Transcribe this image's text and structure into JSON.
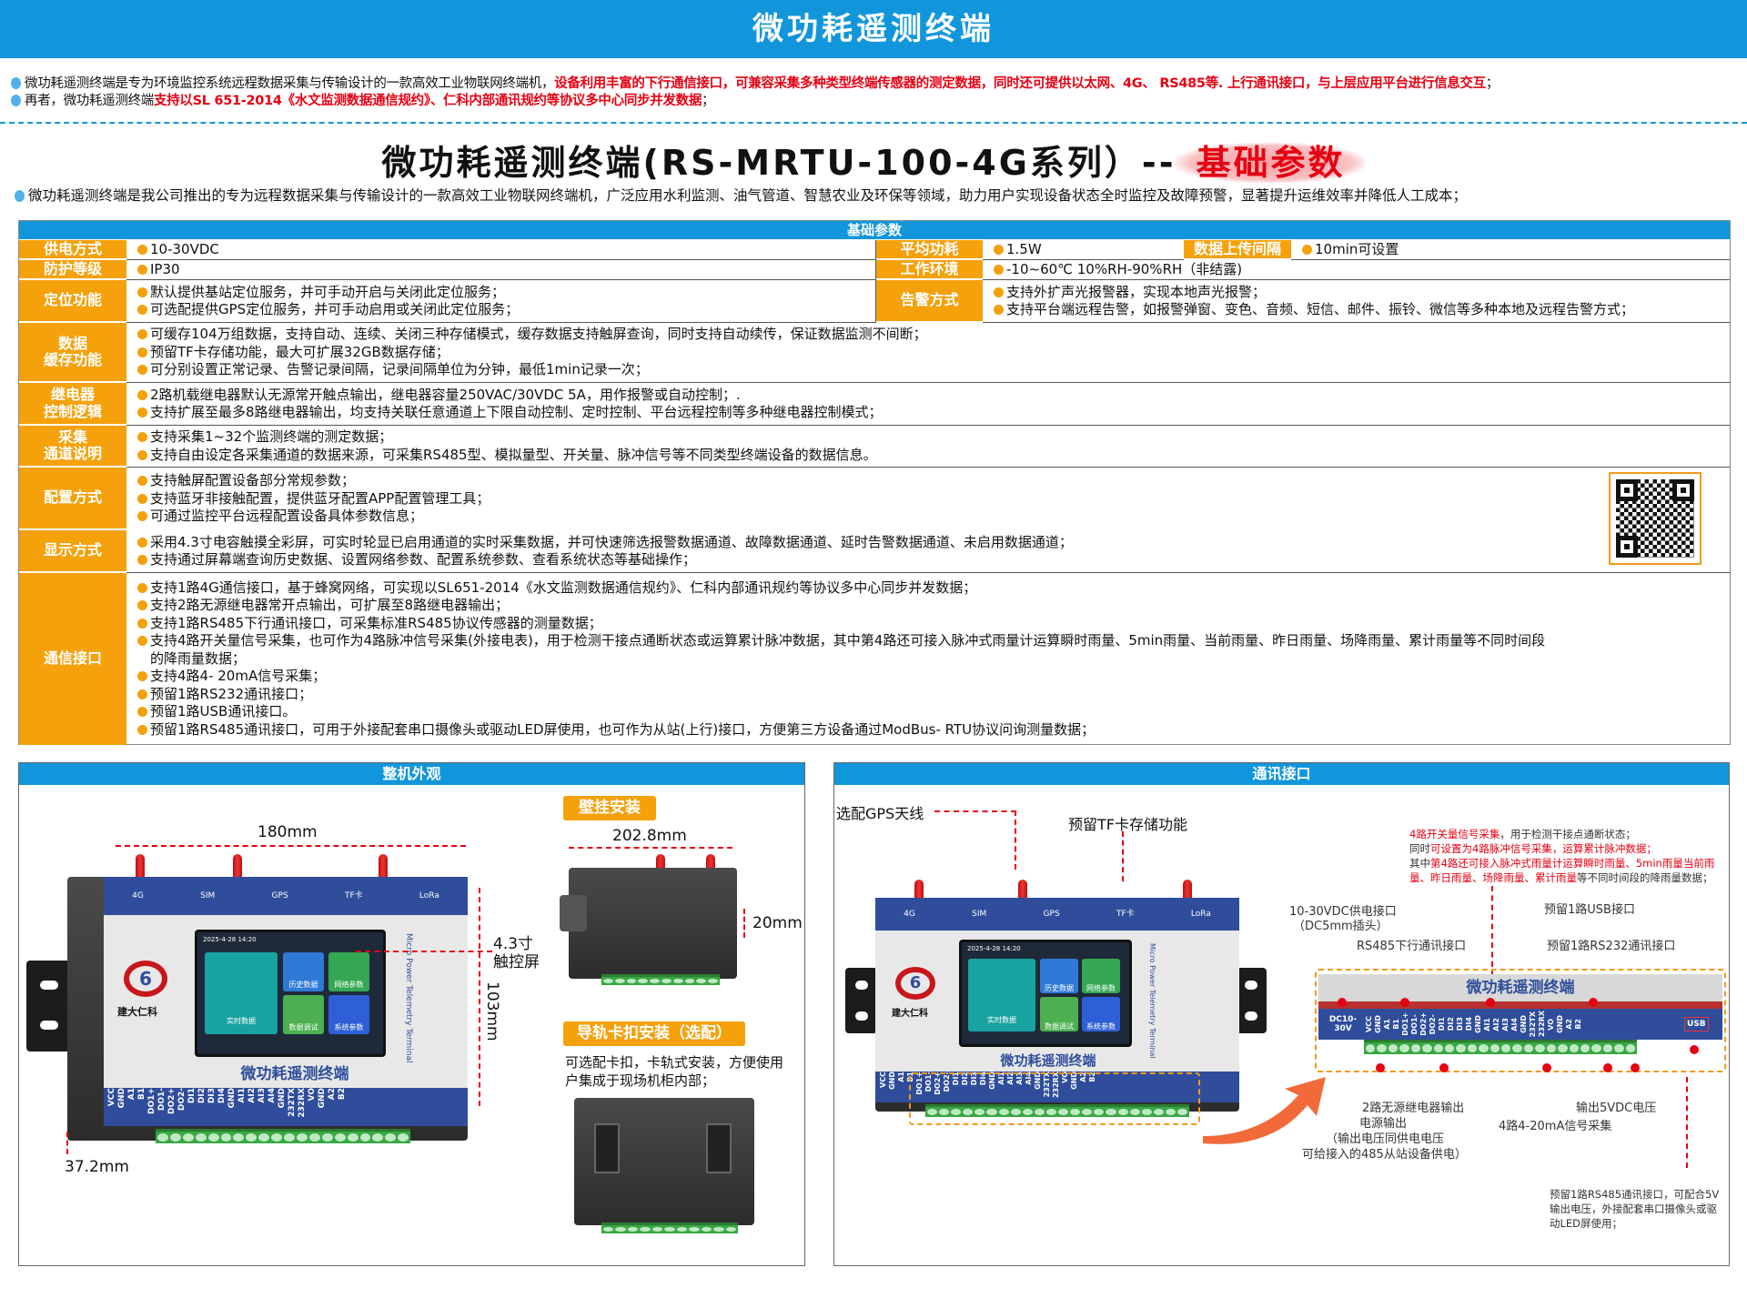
{
  "header": {
    "title": "微功耗遥测终端"
  },
  "intro": {
    "line1": [
      {
        "t": "微功耗遥测终端是专为环境监控系统远程数据采集与传输设计的一款高效工业物联网终端机，",
        "red": false
      },
      {
        "t": "设备利用丰富的下行通信接口，可兼容采集多种类型终端传感器的测定数据，同时还可提供以太网、4G、 RS485等. 上行通讯接口，与上层应用平台进行信息交互",
        "red": true
      },
      {
        "t": "；",
        "red": false
      }
    ],
    "line2": [
      {
        "t": "再者，微功耗遥测终端",
        "red": false
      },
      {
        "t": "支持以SL 651-2014《水文监测数据通信规约》、仁科内部通讯规约等协议多中心同步并发数据",
        "red": true
      },
      {
        "t": "；",
        "red": false
      }
    ]
  },
  "section_title": {
    "main": "微功耗遥测终端(RS-MRTU-100-4G系列）--",
    "highlight": "基础参数"
  },
  "description": "微功耗遥测终端是我公司推出的专为远程数据采集与传输设计的一款高效工业物联网终端机，广泛应用水利监测、油气管道、智慧农业及环保等领域，助力用户实现设备状态全时监控及故障预警，显著提升运维效率并降低人工成本；",
  "table": {
    "header": "基础参数",
    "power_label": "供电方式",
    "power": "10-30VDC",
    "avg_power_label": "平均功耗",
    "avg_power": "1.5W",
    "upload_label": "数据上传间隔",
    "upload": "10min可设置",
    "protection_label": "防护等级",
    "protection": "IP30",
    "env_label": "工作环境",
    "env": "-10~60℃ 10%RH-90%RH（非结露)",
    "location_label": "定位功能",
    "location": [
      "默认提供基站定位服务，并可手动开启与关闭此定位服务；",
      "可选配提供GPS定位服务，并可手动启用或关闭此定位服务；"
    ],
    "alarm_label": "告警方式",
    "alarm": [
      "支持外扩声光报警器，实现本地声光报警；",
      "支持平台端远程告警，如报警弹窗、变色、音频、短信、邮件、振铃、微信等多种本地及远程告警方式；"
    ],
    "storage_label1": "数据",
    "storage_label2": "缓存功能",
    "storage": [
      "可缓存104万组数据，支持自动、连续、关闭三种存储模式，缓存数据支持触屏查询，同时支持自动续传，保证数据监测不间断；",
      "预留TF卡存储功能，最大可扩展32GB数据存储；",
      "可分别设置正常记录、告警记录间隔，记录间隔单位为分钟，最低1min记录一次；"
    ],
    "relay_label1": "继电器",
    "relay_label2": "控制逻辑",
    "relay": [
      "2路机载继电器默认无源常开触点输出，继电器容量250VAC/30VDC 5A，用作报警或自动控制；.",
      "支持扩展至最多8路继电器输出，均支持关联任意通道上下限自动控制、定时控制、平台远程控制等多种继电器控制模式；"
    ],
    "collect_label1": "采集",
    "collect_label2": "通道说明",
    "collect": [
      "支持采集1~32个监测终端的测定数据；",
      "支持自由设定各采集通道的数据来源，可采集RS485型、模拟量型、开关量、脉冲信号等不同类型终端设备的数据信息。"
    ],
    "config_label": "配置方式",
    "config": [
      "支持触屏配置设备部分常规参数；",
      "支持蓝牙非接触配置，提供蓝牙配置APP配置管理工具；",
      "可通过监控平台远程配置设备具体参数信息；"
    ],
    "display_label": "显示方式",
    "display": [
      "采用4.3寸电容触摸全彩屏，可实时轮显已启用通道的实时采集数据，并可快速筛选报警数据通道、故障数据通道、延时告警数据通道、未启用数据通道；",
      "支持通过屏幕端查询历史数据、设置网络参数、配置系统参数、查看系统状态等基础操作；"
    ],
    "comm_label": "通信接口",
    "comm": [
      "支持1路4G通信接口，基于蜂窝网络，可实现以SL651-2014《水文监测数据通信规约》、仁科内部通讯规约等协议多中心同步并发数据；",
      "支持2路无源继电器常开点输出，可扩展至8路继电器输出；",
      "支持1路RS485下行通讯接口，可采集标准RS485协议传感器的测量数据；",
      "支持4路开关量信号采集，也可作为4路脉冲信号采集(外接电表)，用于检测干接点通断状态或运算累计脉冲数据，其中第4路还可接入脉冲式雨量计运算瞬时雨量、5min雨量、当前雨量、昨日雨量、场降雨量、累计雨量等不同时间段",
      "的降雨量数据；",
      "支持4路4- 20mA信号采集；",
      "预留1路RS232通讯接口；",
      "预留1路USB通讯接口。",
      "预留1路RS485通讯接口，可用于外接配套串口摄像头或驱动LED屏使用，也可作为从站(上行)接口，方便第三方设备通过ModBus- RTU协议问询测量数据；"
    ]
  },
  "device": {
    "brand": "建大仁科",
    "name": "微功耗遥测终端",
    "subtitle": "Micro Power Telemetry Terminal",
    "datetime": "2025-4-28  14:20",
    "tiles": [
      "实时数据",
      "历史数据",
      "网络参数",
      "数据调试",
      "系统参数"
    ],
    "top_icons": [
      "4G",
      "SIM",
      "GPS",
      "TF卡",
      "LoRa"
    ],
    "dc_label": "DC10-30V",
    "pins": [
      "VCC",
      "GND",
      "A1",
      "B1",
      "DO1+",
      "DO1-",
      "DO2+",
      "DO2-",
      "DI1",
      "DI2",
      "DI3",
      "DI4",
      "GND",
      "AI1",
      "AI2",
      "AI3",
      "AI4",
      "GND",
      "232TX",
      "232RX",
      "VO",
      "GND",
      "A2",
      "B2"
    ],
    "usb": "USB"
  },
  "appearance": {
    "title": "整机外观",
    "width": "180mm",
    "height": "103mm",
    "depth": "37.2mm",
    "screen1": "4.3寸",
    "screen2": "触控屏",
    "wall_badge": "壁挂安装",
    "wall_width": "202.8mm",
    "wall_depth": "20mm",
    "din_badge": "导轨卡扣安装（选配）",
    "din_text1": "可选配卡扣，卡轨式安装，方便使用",
    "din_text2": "户集成于现场机柜内部；"
  },
  "interfaces": {
    "title": "通讯接口",
    "gps": "选配GPS天线",
    "tf": "预留TF卡存储功能",
    "di_note": [
      [
        {
          "t": "4路开关量信号采集",
          "red": true
        },
        {
          "t": "，用于检测干接点通断状态；",
          "red": false
        }
      ],
      [
        {
          "t": "同时",
          "red": false
        },
        {
          "t": "可设置为4路脉冲信号采集，运算累计脉冲数据；",
          "red": true
        }
      ],
      [
        {
          "t": "其中",
          "red": false
        },
        {
          "t": "第4路还可接入脉冲式雨量计运算瞬时雨量、5min雨量当前雨",
          "red": true
        }
      ],
      [
        {
          "t": "量、昨日雨量、场降雨量、累计雨量",
          "red": true
        },
        {
          "t": "等不同时间段的降雨量数据；",
          "red": false
        }
      ]
    ],
    "power_in1": "10-30VDC供电接口",
    "power_in2": "（DC5mm插头）",
    "rs485_down": "RS485下行通讯接口",
    "usb": "预留1路USB接口",
    "rs232": "预留1路RS232通讯接口",
    "relay_out": "2路无源继电器输出",
    "power_out1": "电源输出",
    "power_out2": "（输出电压同供电电压",
    "power_out3": "可给接入的485从站设备供电）",
    "ai": "4路4-20mA信号采集",
    "vo": "输出5VDC电压",
    "rs485_up": [
      "预留1路RS485通讯接口，可配合5V",
      "输出电压，外接配套串口摄像头或驱",
      "动LED屏使用；"
    ]
  },
  "colors": {
    "blue": "#1296db",
    "orange": "#f5a10c",
    "red": "#e60012"
  }
}
